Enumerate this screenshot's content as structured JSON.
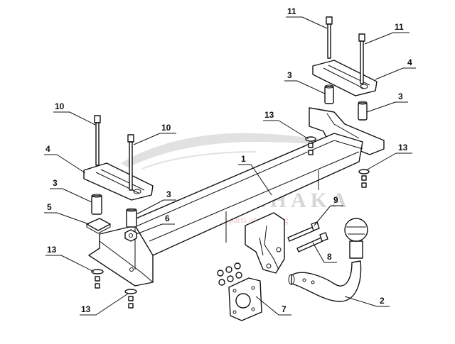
{
  "watermark": {
    "brand": "LEAHAKA",
    "slogan": "parts and tuning"
  },
  "colors": {
    "line": "#111111",
    "background": "#ffffff",
    "watermark_gray": "#b5b5b5",
    "watermark_red": "#e58b8b"
  },
  "callouts": [
    {
      "id": "11a",
      "text": "11"
    },
    {
      "id": "11b",
      "text": "11"
    },
    {
      "id": "4a",
      "text": "4"
    },
    {
      "id": "3a",
      "text": "3"
    },
    {
      "id": "3b",
      "text": "3"
    },
    {
      "id": "13a",
      "text": "13"
    },
    {
      "id": "13b",
      "text": "13"
    },
    {
      "id": "10a",
      "text": "10"
    },
    {
      "id": "10b",
      "text": "10"
    },
    {
      "id": "4b",
      "text": "4"
    },
    {
      "id": "1",
      "text": "1"
    },
    {
      "id": "3c",
      "text": "3"
    },
    {
      "id": "3d",
      "text": "3"
    },
    {
      "id": "5",
      "text": "5"
    },
    {
      "id": "6",
      "text": "6"
    },
    {
      "id": "9",
      "text": "9"
    },
    {
      "id": "8",
      "text": "8"
    },
    {
      "id": "13c",
      "text": "13"
    },
    {
      "id": "13d",
      "text": "13"
    },
    {
      "id": "7",
      "text": "7"
    },
    {
      "id": "2",
      "text": "2"
    }
  ]
}
